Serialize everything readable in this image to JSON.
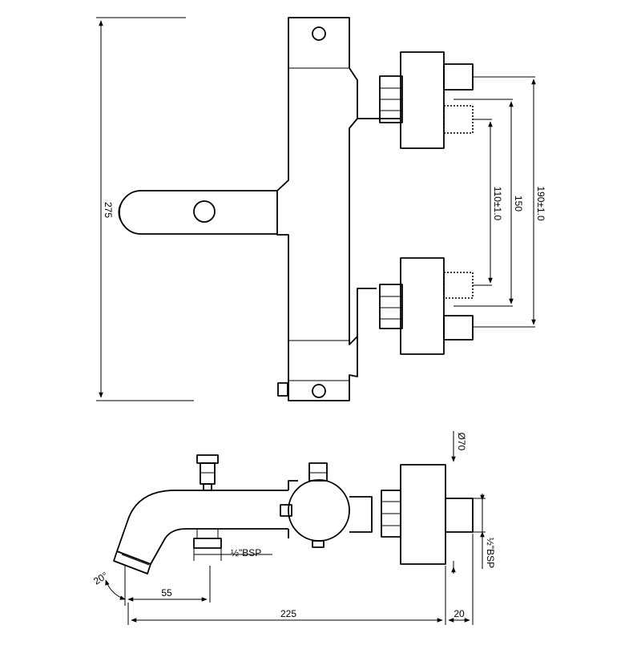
{
  "drawing": {
    "top_view": {
      "overall_height": "275",
      "outlet_centres_1": "110±1.0",
      "outlet_centres_2": "150",
      "outlet_centres_3": "190±1.0"
    },
    "side_view": {
      "escutcheon_diameter": "Ø70",
      "spout_thread": "½\"BSP",
      "inlet_thread": "½\"BSP",
      "spout_angle": "20°",
      "spout_offset": "55",
      "overall_length": "225",
      "inlet_projection": "20"
    }
  }
}
